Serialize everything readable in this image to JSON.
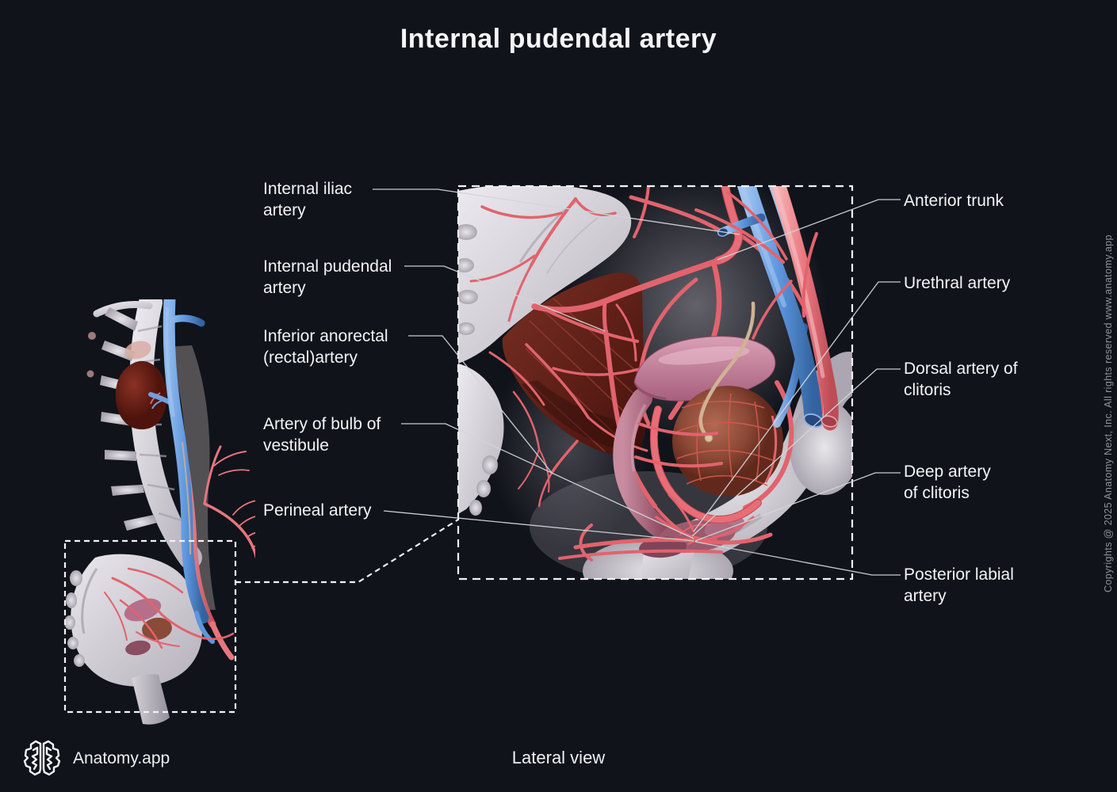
{
  "title": "Internal pudendal artery",
  "caption": "Lateral view",
  "brand": {
    "name": "Anatomy.app",
    "logo_icon": "brain-icon"
  },
  "copyright": "Copyrights @ 2025 Anatomy Next, Inc. All rights reserved www.anatomy.app",
  "labels": {
    "left": [
      {
        "id": "internal-iliac-artery",
        "text": "Internal iliac\nartery"
      },
      {
        "id": "internal-pudendal-artery",
        "text": "Internal pudendal\nartery"
      },
      {
        "id": "inferior-anorectal-artery",
        "text": "Inferior anorectal\n(rectal)artery"
      },
      {
        "id": "artery-of-bulb-of-vestibule",
        "text": "Artery of bulb of\nvestibule"
      },
      {
        "id": "perineal-artery",
        "text": "Perineal artery"
      }
    ],
    "right": [
      {
        "id": "anterior-trunk",
        "text": "Anterior trunk"
      },
      {
        "id": "urethral-artery",
        "text": "Urethral artery"
      },
      {
        "id": "dorsal-artery-of-clitoris",
        "text": "Dorsal artery of\nclitoris"
      },
      {
        "id": "deep-artery-of-clitoris",
        "text": "Deep artery\nof clitoris"
      },
      {
        "id": "posterior-labial-artery",
        "text": "Posterior labial\nartery"
      }
    ]
  },
  "figures": {
    "main": "Pelvic arteries, detail view",
    "overview": "Spine and pelvis, lateral overview"
  },
  "colors": {
    "background": "#10131a",
    "artery_red": "#e2636d",
    "vein_blue": "#5d96dd",
    "bone": "#d6d3d8",
    "muscle": "#5e2219",
    "bladder_brown": "#8c4936",
    "uterus_pink": "#c07f9a",
    "label_text": "#f2f4f6",
    "leader_line": "#d3d6da"
  }
}
